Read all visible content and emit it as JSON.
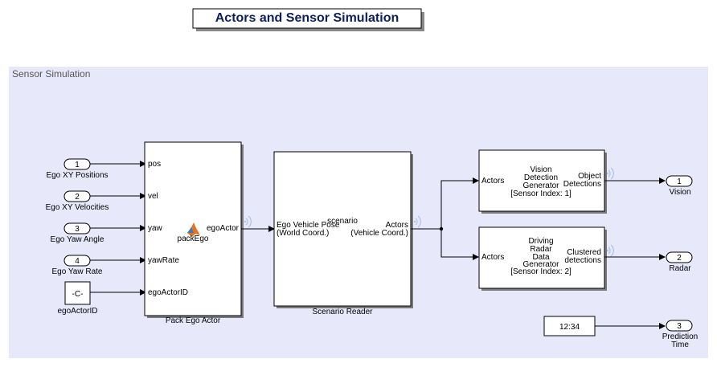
{
  "title": "Actors and Sensor Simulation",
  "area": {
    "label": "Sensor Simulation"
  },
  "inports": [
    {
      "number": "1",
      "label": "Ego XY Positions"
    },
    {
      "number": "2",
      "label": "Ego XY Velocities"
    },
    {
      "number": "3",
      "label": "Ego Yaw Angle"
    },
    {
      "number": "4",
      "label": "Ego Yaw Rate"
    }
  ],
  "constant": {
    "value": "-C-",
    "label": "egoActorID"
  },
  "pack": {
    "name": "Pack Ego Actor",
    "function": "packEgo",
    "inputs": [
      "pos",
      "vel",
      "yaw",
      "yawRate",
      "egoActorID"
    ],
    "output": "egoActor"
  },
  "reader": {
    "name": "Scenario Reader",
    "center": "scenario",
    "in_line1": "Ego Vehicle Pose",
    "in_line2": "(World Coord.)",
    "out_line1": "Actors",
    "out_line2": "(Vehicle Coord.)"
  },
  "vision": {
    "input": "Actors",
    "title_lines": [
      "Vision",
      "Detection",
      "Generator"
    ],
    "sensor": "[Sensor Index: 1]",
    "out_line1": "Object",
    "out_line2": "Detections"
  },
  "radar": {
    "input": "Actors",
    "title_lines": [
      "Driving",
      "Radar",
      "Data",
      "Generator"
    ],
    "sensor": "[Sensor Index: 2]",
    "out_line1": "Clustered",
    "out_line2": "detections"
  },
  "clock": {
    "value": "12:34"
  },
  "outports": [
    {
      "number": "1",
      "label_lines": [
        "Vision"
      ]
    },
    {
      "number": "2",
      "label_lines": [
        "Radar"
      ]
    },
    {
      "number": "3",
      "label_lines": [
        "Prediction",
        "Time"
      ]
    }
  ],
  "colors": {
    "area_fill": "#e8e8fb",
    "title_text": "#0c1f5c",
    "matlab_icon": "#e8731c",
    "signal_icon": "#a9c4e6"
  }
}
